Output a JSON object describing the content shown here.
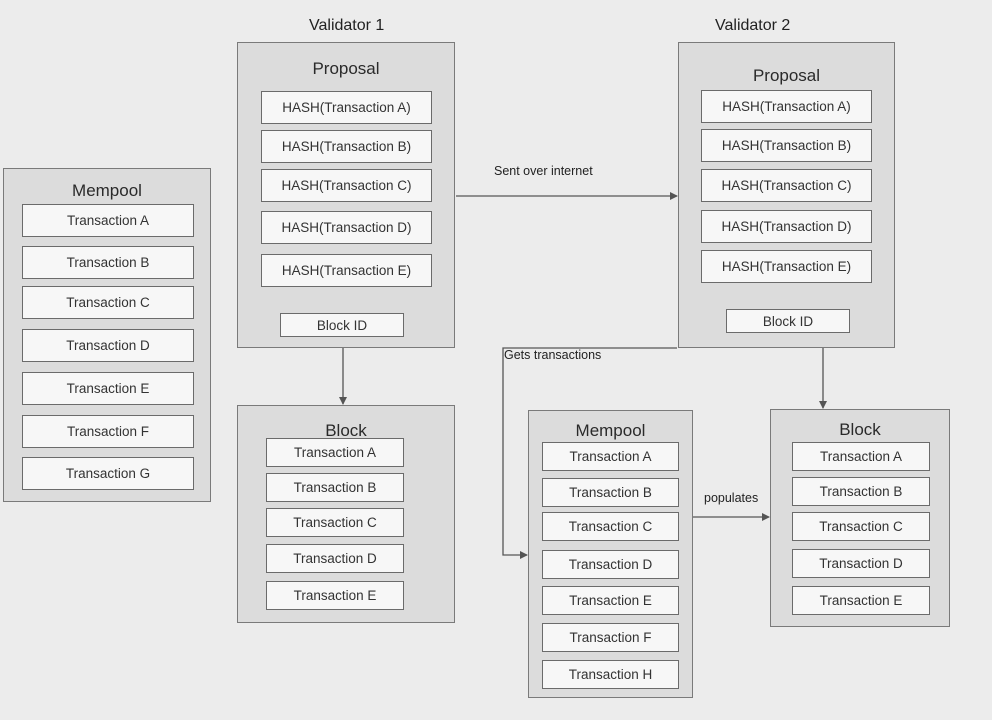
{
  "validator1": {
    "label": "Validator 1",
    "proposal": {
      "title": "Proposal",
      "hashes": [
        "HASH(Transaction A)",
        "HASH(Transaction B)",
        "HASH(Transaction C)",
        "HASH(Transaction D)",
        "HASH(Transaction E)"
      ],
      "block_id": "Block ID"
    },
    "block": {
      "title": "Block",
      "items": [
        "Transaction A",
        "Transaction B",
        "Transaction C",
        "Transaction D",
        "Transaction E"
      ]
    }
  },
  "validator2": {
    "label": "Validator 2",
    "proposal": {
      "title": "Proposal",
      "hashes": [
        "HASH(Transaction A)",
        "HASH(Transaction B)",
        "HASH(Transaction C)",
        "HASH(Transaction D)",
        "HASH(Transaction E)"
      ],
      "block_id": "Block ID"
    },
    "mempool": {
      "title": "Mempool",
      "items": [
        "Transaction A",
        "Transaction B",
        "Transaction C",
        "Transaction D",
        "Transaction E",
        "Transaction F",
        "Transaction H"
      ]
    },
    "block": {
      "title": "Block",
      "items": [
        "Transaction A",
        "Transaction B",
        "Transaction C",
        "Transaction D",
        "Transaction E"
      ]
    }
  },
  "mempool_left": {
    "title": "Mempool",
    "items": [
      "Transaction A",
      "Transaction B",
      "Transaction C",
      "Transaction D",
      "Transaction E",
      "Transaction F",
      "Transaction G"
    ]
  },
  "edges": {
    "sent_over_internet": "Sent over internet",
    "gets_transactions": "Gets transactions",
    "populates": "populates"
  }
}
